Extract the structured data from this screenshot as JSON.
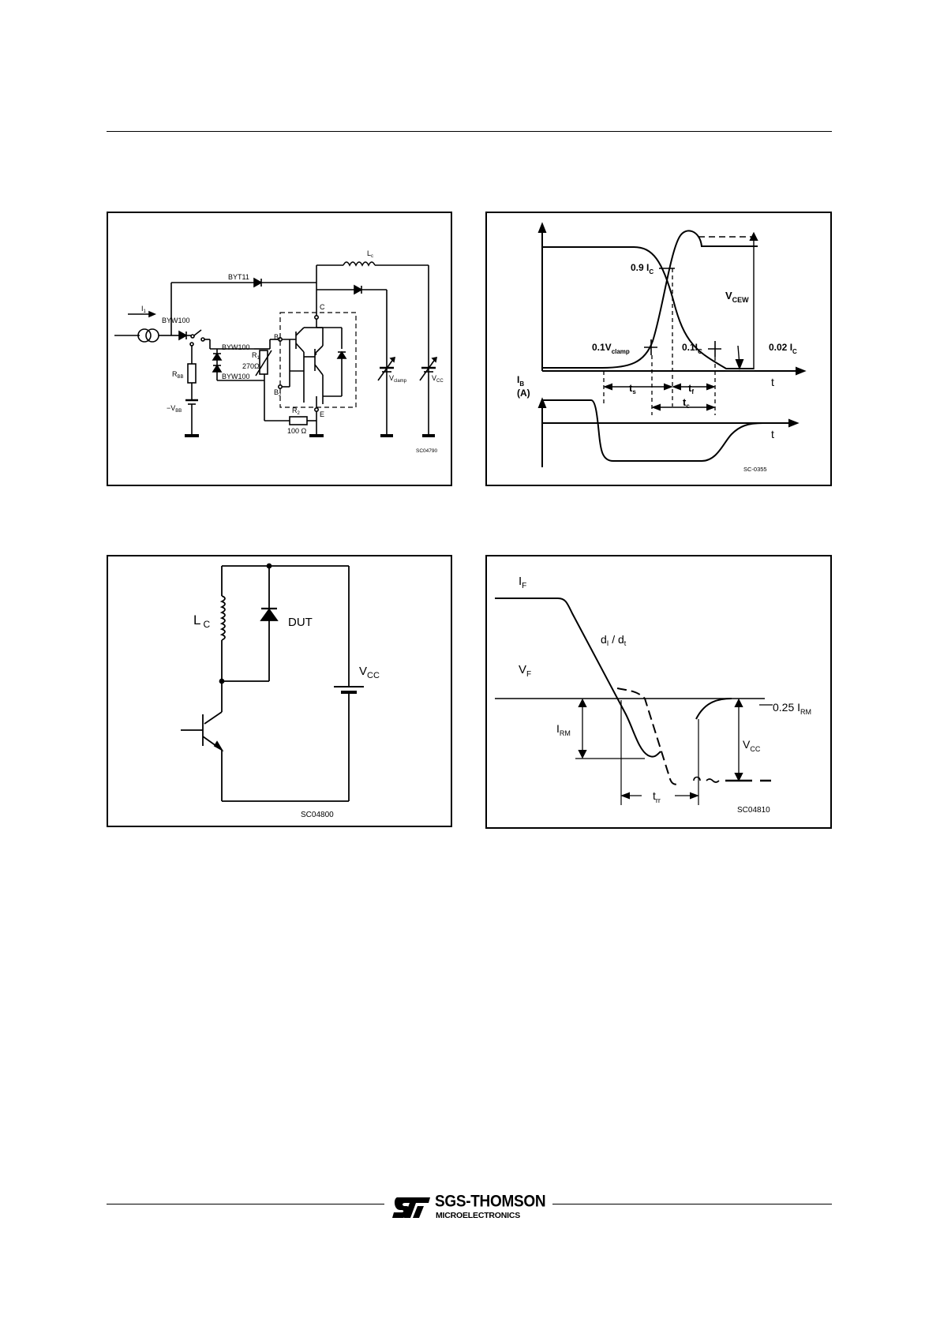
{
  "figure1": {
    "code": "SC04790",
    "labels": {
      "i1": "I",
      "i1_sub": "1",
      "byt11": "BYT11",
      "lc": "L",
      "lc_sub": "c",
      "byw100_a": "BYW100",
      "byw100_b": "BYW100",
      "byw100_c": "BYW100",
      "rbb": "R",
      "rbb_sub": "BB",
      "vbb": "−V",
      "vbb_sub": "BB",
      "b1": "B",
      "b1_sub": "1",
      "b2": "B",
      "b2_sub": "2",
      "r1": "R",
      "r1_sub": "1",
      "r1_val": "270Ω",
      "c": "C",
      "e": "E",
      "r2": "R",
      "r2_sub": "2",
      "r2_val": "100 Ω",
      "vclamp": "V",
      "vclamp_sub": "clamp",
      "vcc": "V",
      "vcc_sub": "CC"
    }
  },
  "figure2": {
    "code": "SC-0355",
    "labels": {
      "p09ic": "0.9 I",
      "p09ic_sub": "C",
      "vcew": "V",
      "vcew_sub": "CEW",
      "p01vclamp": "0.1V",
      "p01vclamp_sub": "clamp",
      "p01ic": "0.1I",
      "p01ic_sub": "C",
      "p002ic": "0.02 I",
      "p002ic_sub": "C",
      "t_axis_top": "t",
      "t_axis_bottom": "t",
      "ib": "I",
      "ib_sub": "B",
      "ib_unit": "(A)",
      "ts": "t",
      "ts_sub": "s",
      "tf": "t",
      "tf_sub": "f",
      "tc": "t",
      "tc_sub": "c"
    }
  },
  "figure3": {
    "code": "SC04800",
    "labels": {
      "lc": "L",
      "lc_sub": "C",
      "dut": "DUT",
      "vcc": "V",
      "vcc_sub": "CC"
    }
  },
  "figure4": {
    "code": "SC04810",
    "labels": {
      "if": "I",
      "if_sub": "F",
      "didt": "d",
      "didt_sub1": "I",
      "didt_mid": " / d",
      "didt_sub2": "t",
      "vf": "V",
      "vf_sub": "F",
      "irm": "I",
      "irm_sub": "RM",
      "p025irm": "0.25 I",
      "p025irm_sub": "RM",
      "vcc": "V",
      "vcc_sub": "CC",
      "trr": "t",
      "trr_sub": "rr"
    }
  },
  "footer": {
    "brand_line1": "SGS-THOMSON",
    "brand_line2": "MICROELECTRONICS",
    "logo_mark": "ST"
  }
}
